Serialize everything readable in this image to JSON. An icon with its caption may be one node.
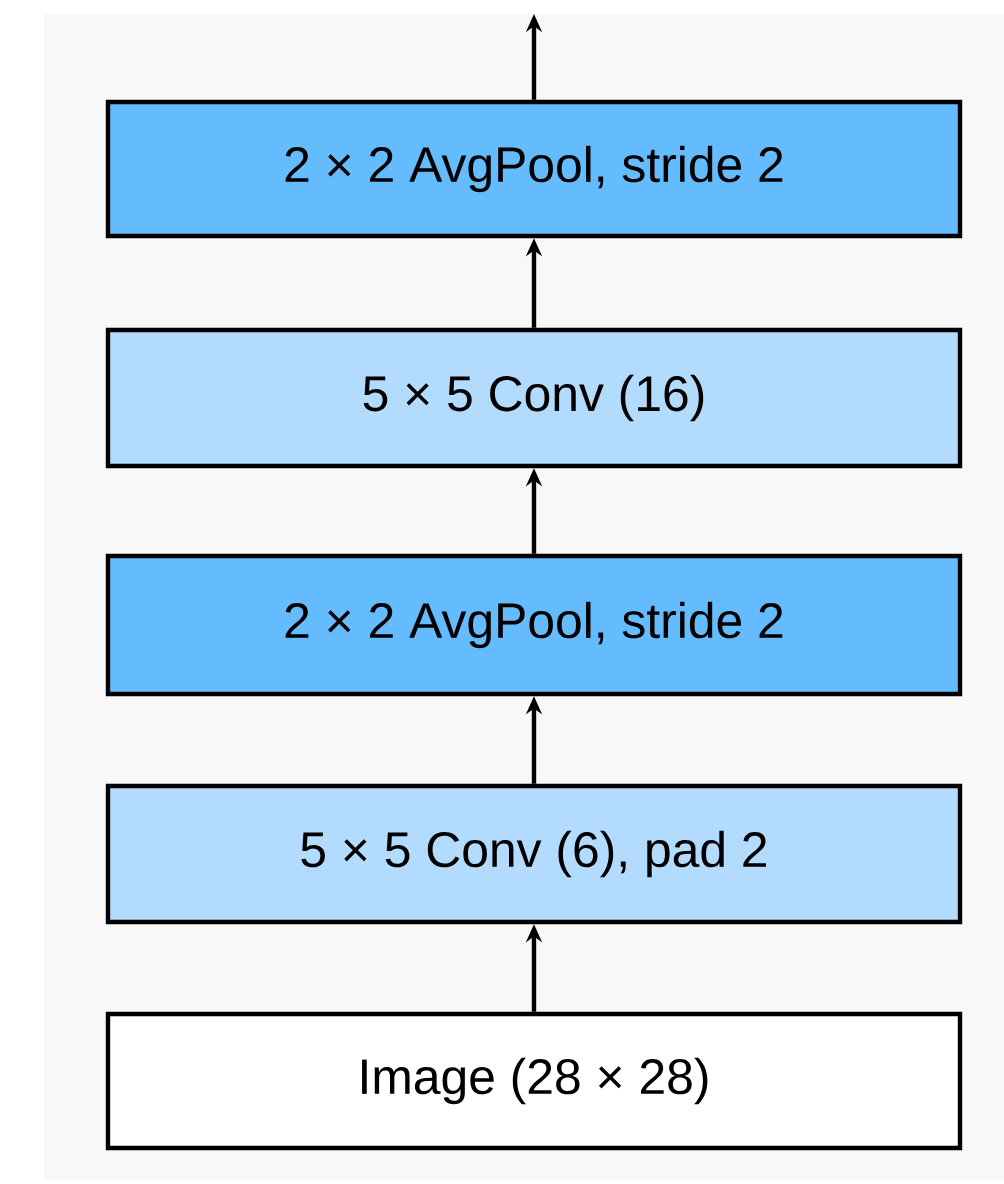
{
  "diagram": {
    "nodes": [
      {
        "text": [
          "2 × 2 AvgPool, stride 2"
        ]
      },
      {
        "text": [
          "5 × 5 Conv (16)"
        ]
      },
      {
        "text": [
          "2 × 2 AvgPool, stride 2"
        ]
      },
      {
        "text": [
          "5 × 5 Conv (6), pad 2"
        ]
      },
      {
        "text": [
          "Image (28 × 28)"
        ]
      }
    ],
    "edges": [
      {
        "from": 4,
        "to": 3,
        "arrow": "to"
      },
      {
        "from": 3,
        "to": 2,
        "arrow": "to"
      },
      {
        "from": 2,
        "to": 1,
        "arrow": "to"
      },
      {
        "from": 1,
        "to": 0,
        "arrow": "to"
      },
      {
        "from": 0,
        "to": null,
        "arrow": "to"
      }
    ]
  }
}
